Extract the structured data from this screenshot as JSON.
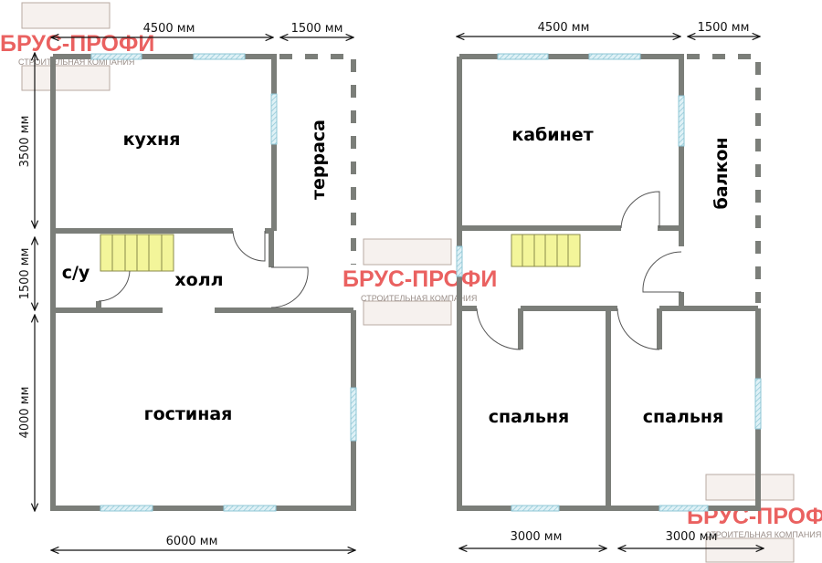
{
  "brand": {
    "name": "БРУС-ПРОФИ",
    "subtitle": "СТРОИТЕЛЬНАЯ КОМПАНИЯ"
  },
  "floor1": {
    "rooms": {
      "kitchen": "кухня",
      "terrace": "терраса",
      "bathroom": "с/у",
      "hall": "холл",
      "living": "гостиная"
    },
    "dims": {
      "top_main": "4500 мм",
      "top_terrace": "1500 мм",
      "left_1": "3500 мм",
      "left_2": "1500 мм",
      "left_3": "4000 мм",
      "bottom": "6000 мм"
    }
  },
  "floor2": {
    "rooms": {
      "study": "кабинет",
      "balcony": "балкон",
      "bedroom1": "спальня",
      "bedroom2": "спальня"
    },
    "dims": {
      "top_main": "4500 мм",
      "top_balcony": "1500 мм",
      "bottom_1": "3000 мм",
      "bottom_2": "3000 мм"
    }
  },
  "colors": {
    "wall": "#7b7e79",
    "stairs": "#f3f59a",
    "window": "#bfe3ee",
    "logo": "#e8504f"
  }
}
